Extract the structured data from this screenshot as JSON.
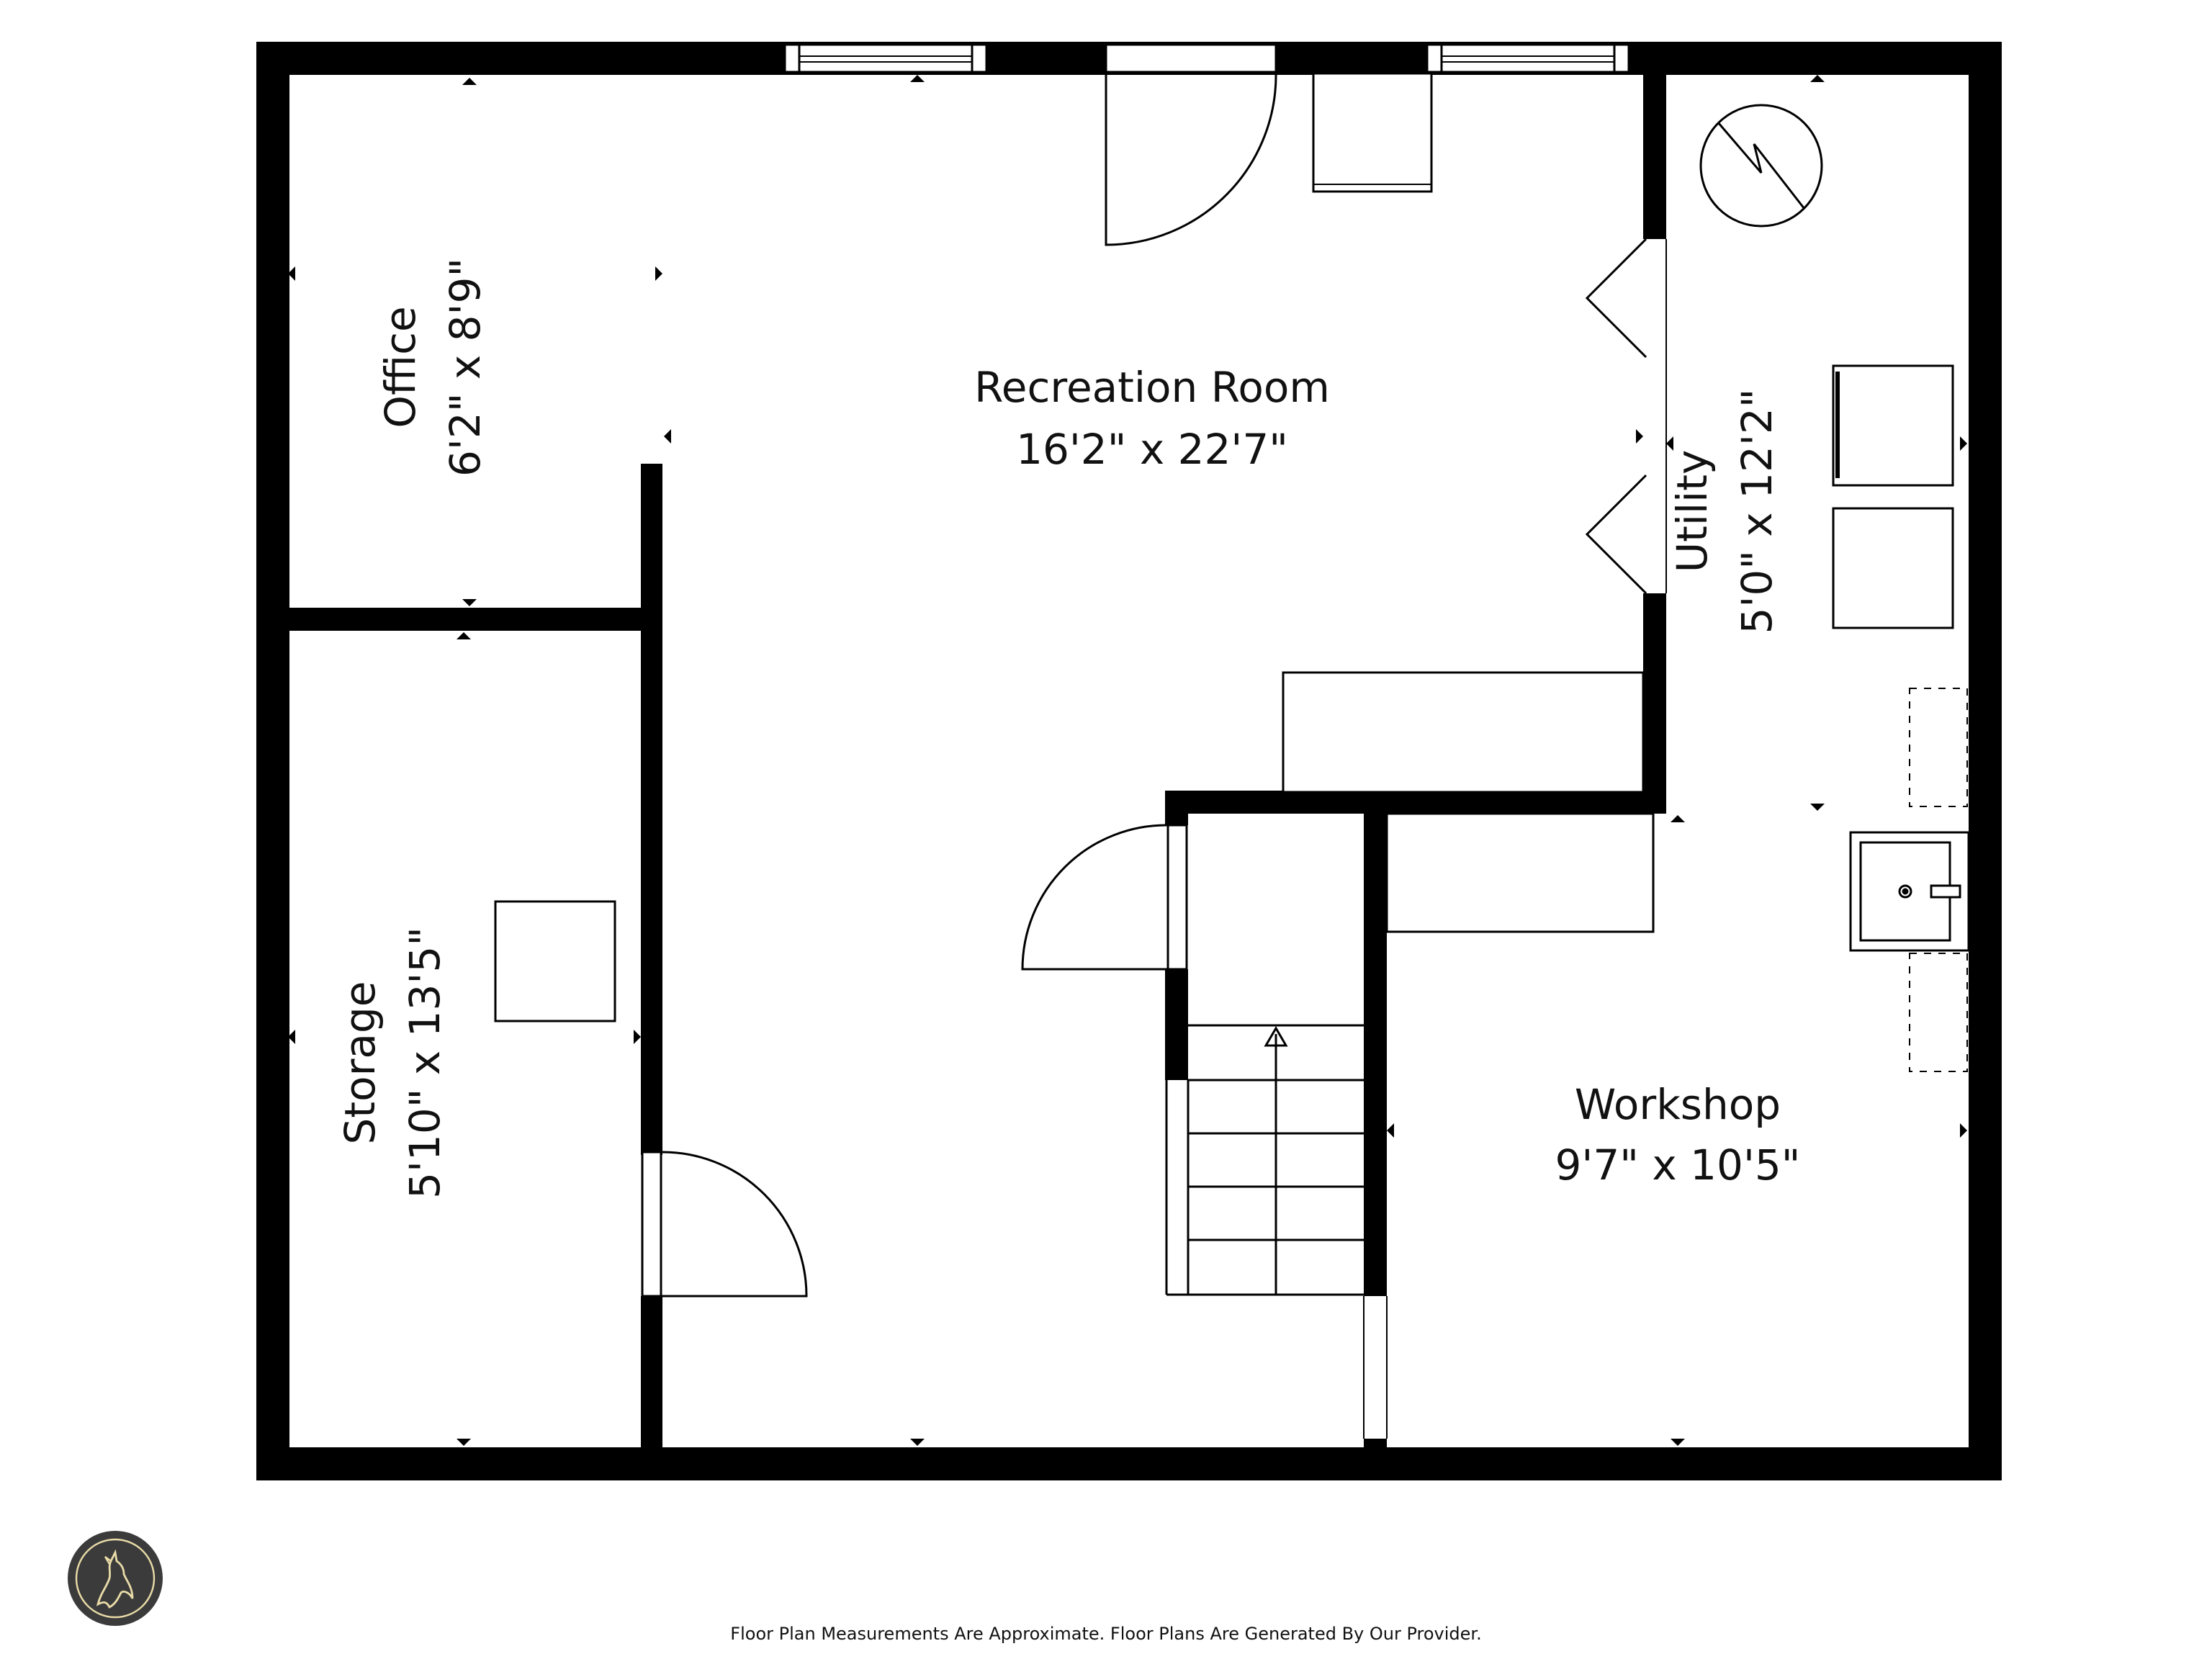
{
  "rooms": {
    "office": {
      "name": "Office",
      "size": "6'2\" x 8'9\""
    },
    "recreation": {
      "name": "Recreation Room",
      "size": "16'2\" x 22'7\""
    },
    "utility": {
      "name": "Utility",
      "size": "5'0\" x 12'2\""
    },
    "storage": {
      "name": "Storage",
      "size": "5'10\" x 13'5\""
    },
    "workshop": {
      "name": "Workshop",
      "size": "9'7\" x 10'5\""
    }
  },
  "footer": {
    "disclaimer": "Floor Plan Measurements Are Approximate. Floor Plans Are Generated By Our Provider."
  },
  "colors": {
    "wall": "#000000",
    "background": "#ffffff",
    "logo_bg": "#3b3b3b",
    "logo_accent": "#e9dca8"
  },
  "icons": {
    "logo": "wolf-howling-logo",
    "water_heater": "water-heater-symbol"
  }
}
